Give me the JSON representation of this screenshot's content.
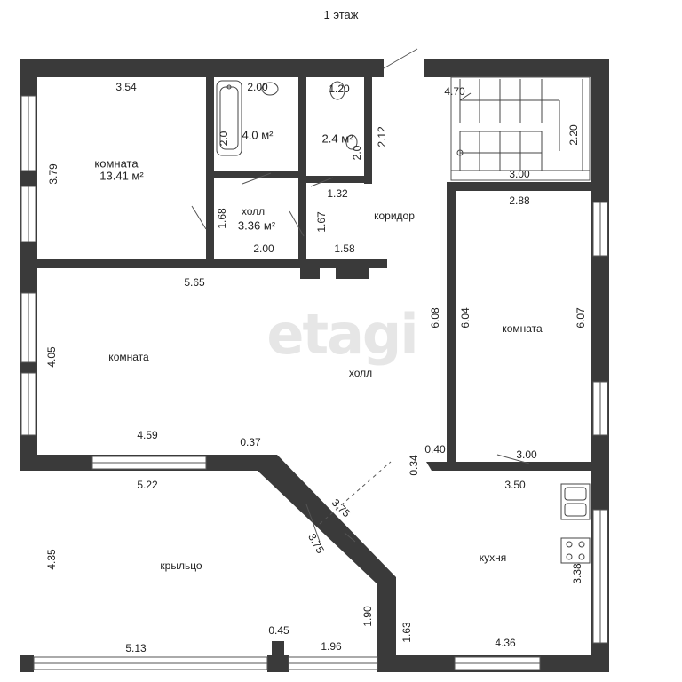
{
  "title": "1 этаж",
  "watermark": "etagi",
  "colors": {
    "wall": "#3a3a3a",
    "line": "#555555",
    "window": "#ffffff",
    "text": "#222222"
  },
  "rooms": {
    "room_top_left": {
      "label": "комната",
      "area": "13.41 м²"
    },
    "bathroom": {
      "area": "4.0 м²"
    },
    "wc": {
      "area": "2.4 м²"
    },
    "hall_small": {
      "label": "холл",
      "area": "3.36 м²"
    },
    "corridor": {
      "label": "коридор"
    },
    "room_big": {
      "label": "комната"
    },
    "hall": {
      "label": "холл"
    },
    "room_right": {
      "label": "комната"
    },
    "porch": {
      "label": "крыльцо"
    },
    "kitchen": {
      "label": "кухня"
    }
  },
  "dims": {
    "d354": "3.54",
    "d379": "3.79",
    "d200a": "2.00",
    "d20a": "2.0",
    "d120": "1.20",
    "d20b": "2.0",
    "d212": "2.12",
    "d470": "4.70",
    "d220": "2.20",
    "d300a": "3.00",
    "d168": "1.68",
    "d167": "1.67",
    "d132": "1.32",
    "d200b": "2.00",
    "d158": "1.58",
    "d288": "2.88",
    "d565": "5.65",
    "d405": "4.05",
    "d608": "6.08",
    "d604": "6.04",
    "d607": "6.07",
    "d459": "4.59",
    "d037": "0.37",
    "d040": "0.40",
    "d034": "0.34",
    "d300b": "3.00",
    "d522": "5.22",
    "d375a": "3.75",
    "d375b": "3.75",
    "d350": "3.50",
    "d435": "4.35",
    "d338": "3.38",
    "d190": "1.90",
    "d163": "1.63",
    "d045": "0.45",
    "d513": "5.13",
    "d196": "1.96",
    "d436": "4.36"
  }
}
